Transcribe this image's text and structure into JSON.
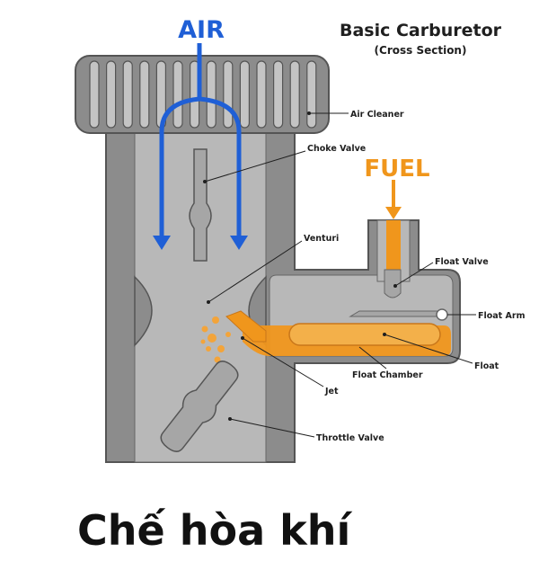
{
  "diagram": {
    "title": "Basic Carburetor",
    "subtitle": "(Cross Section)",
    "air_label": "AIR",
    "fuel_label": "FUEL",
    "labels": {
      "air_cleaner": "Air Cleaner",
      "choke_valve": "Choke Valve",
      "venturi": "Venturi",
      "float_valve": "Float Valve",
      "float_arm": "Float Arm",
      "float": "Float",
      "float_chamber": "Float Chamber",
      "jet": "Jet",
      "throttle_valve": "Throttle Valve"
    },
    "colors": {
      "air": "#1f5fd6",
      "fuel": "#f0961c",
      "body": "#8c8c8c",
      "body_dark": "#555555",
      "bore": "#b8b8b8"
    }
  },
  "caption": "Chế hòa khí"
}
